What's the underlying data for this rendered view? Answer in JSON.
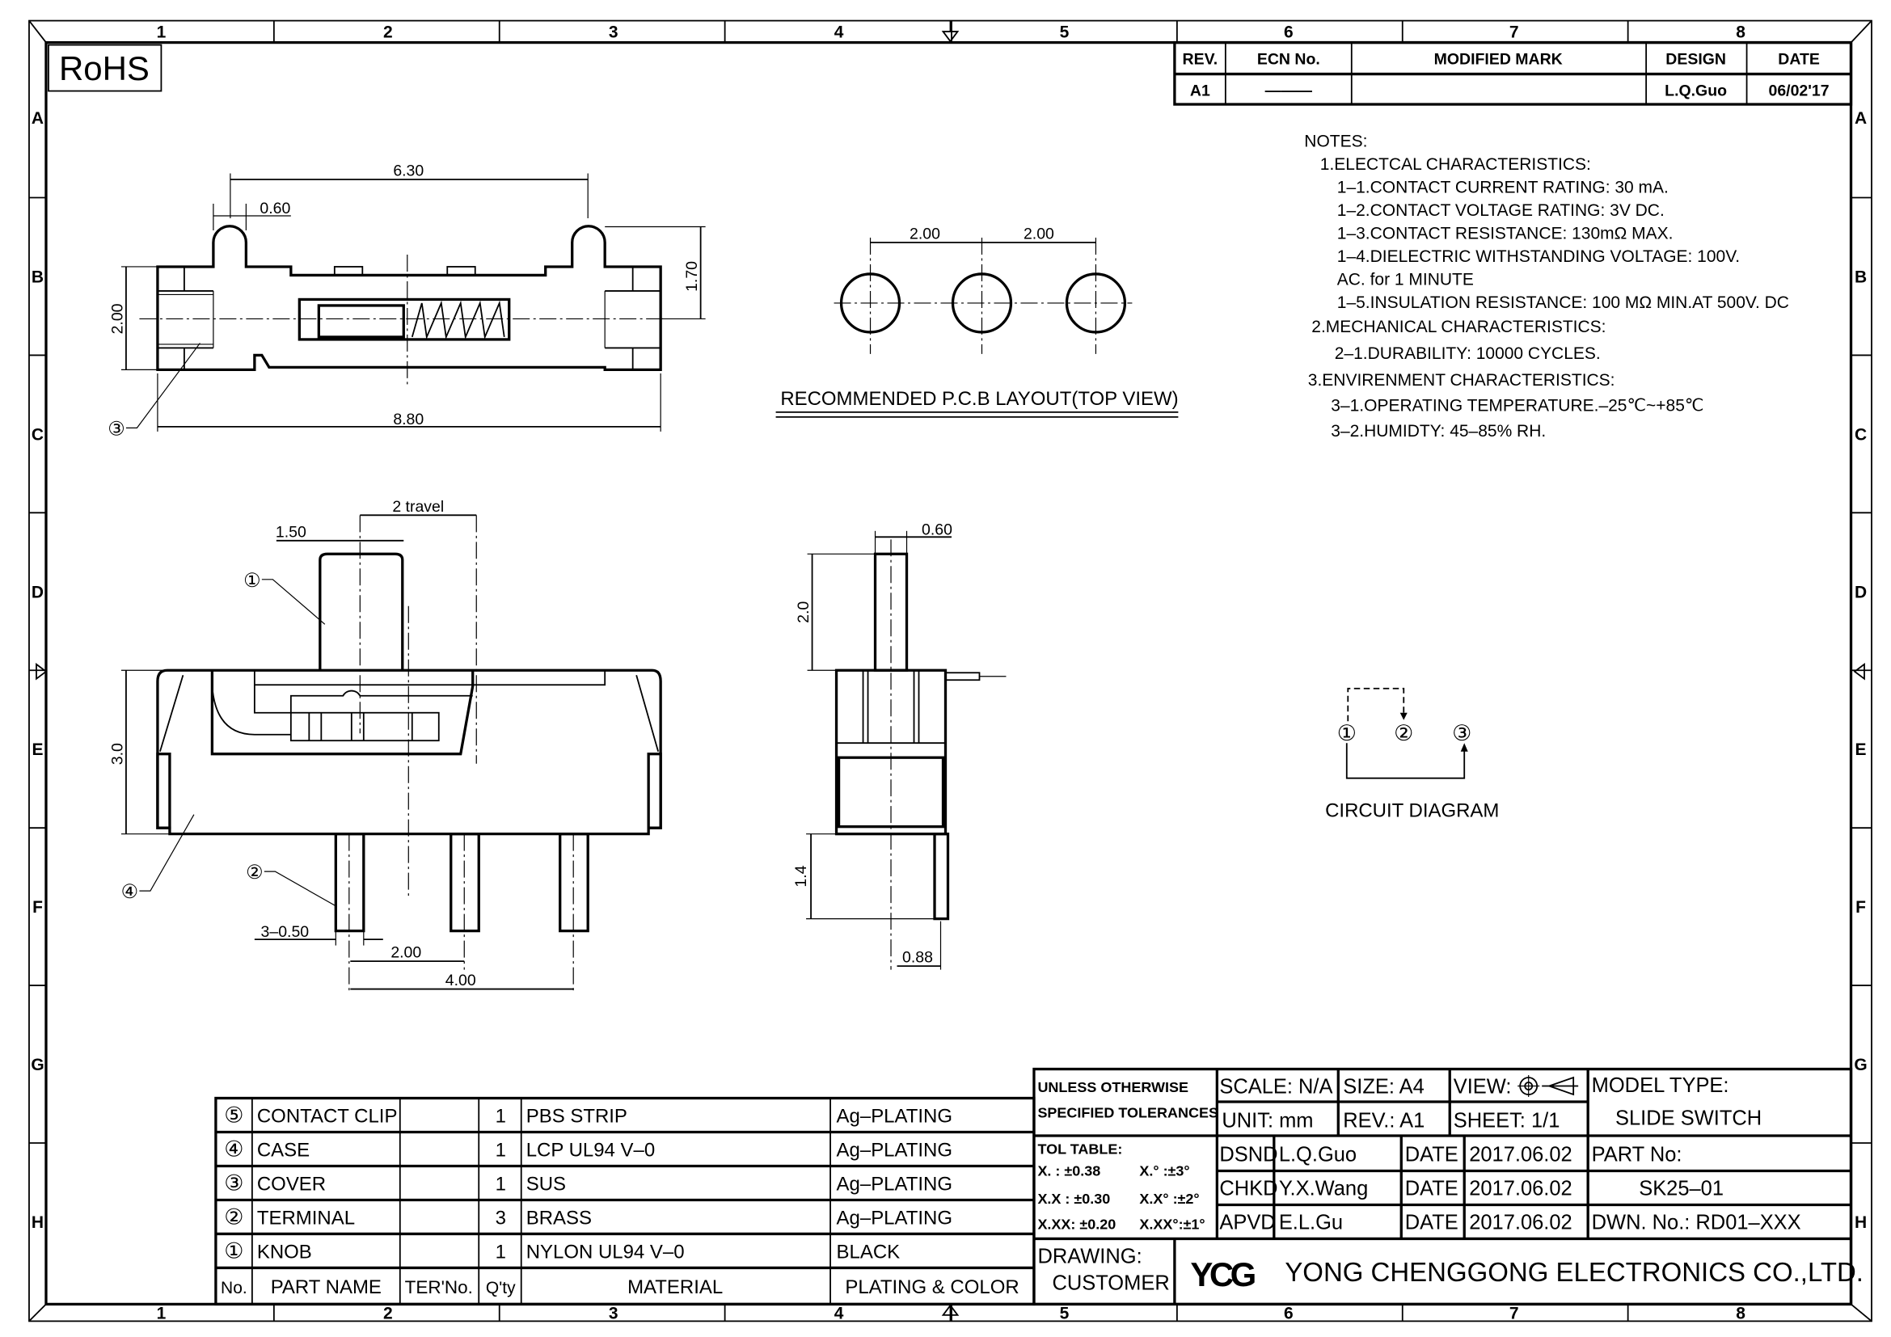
{
  "frame": {
    "columns": [
      "1",
      "2",
      "3",
      "4",
      "5",
      "6",
      "7",
      "8"
    ],
    "rows": [
      "A",
      "B",
      "C",
      "D",
      "E",
      "F",
      "G",
      "H"
    ],
    "rohs": "RoHS"
  },
  "revision_table": {
    "headers": [
      "REV.",
      "ECN No.",
      "MODIFIED MARK",
      "DESIGN",
      "DATE"
    ],
    "row": {
      "rev": "A1",
      "ecn": "———",
      "mark": "",
      "design": "L.Q.Guo",
      "date": "06/02'17"
    }
  },
  "notes": [
    "NOTES:",
    "1.ELECTCAL  CHARACTERISTICS:",
    "1–1.CONTACT  CURRENT  RATING:    30  mA.",
    "1–2.CONTACT  VOLTAGE  RATING:  3V  DC.",
    "1–3.CONTACT  RESISTANCE:  130mΩ  MAX.",
    "1–4.DIELECTRIC  WITHSTANDING  VOLTAGE:  100V.",
    "AC.  for  1  MINUTE",
    "1–5.INSULATION  RESISTANCE:  100  MΩ  MIN.AT  500V.  DC",
    "2.MECHANICAL  CHARACTERISTICS:",
    "2–1.DURABILITY:  10000  CYCLES.",
    "3.ENVIRENMENT  CHARACTERISTICS:",
    "3–1.OPERATING  TEMPERATURE.–25℃~+85℃",
    "3–2.HUMIDTY: 45–85%  RH."
  ],
  "top_view": {
    "dims": {
      "pin_pitch": "6.30",
      "pin_width": "0.60",
      "height": "2.00",
      "pin_height": "1.70",
      "length": "8.80"
    },
    "balloon": "③"
  },
  "pcb_layout": {
    "dims": [
      "2.00",
      "2.00"
    ],
    "caption": "RECOMMENDED  P.C.B  LAYOUT(TOP  VIEW)"
  },
  "front_view": {
    "dims": {
      "knob": "1.50",
      "travel": "2  travel",
      "height": "3.0",
      "pin": "3–0.50",
      "pitch1": "2.00",
      "pitch2": "4.00"
    },
    "balloons": [
      "①",
      "②",
      "④"
    ]
  },
  "side_view": {
    "dims": {
      "knob_w": "0.60",
      "knob_h": "2.0",
      "pin_h": "1.4",
      "pin_off": "0.88"
    }
  },
  "circuit": {
    "nodes": [
      "①",
      "②",
      "③"
    ],
    "caption": "CIRCUIT  DIAGRAM"
  },
  "bom": {
    "headers": [
      "No.",
      "PART NAME",
      "TER'No.",
      "Q'ty",
      "MATERIAL",
      "PLATING  &  COLOR"
    ],
    "rows": [
      {
        "no": "⑤",
        "name": "CONTACT  CLIP",
        "ter": "",
        "qty": "1",
        "material": "PBS  STRIP",
        "plating": "Ag–PLATING"
      },
      {
        "no": "④",
        "name": "CASE",
        "ter": "",
        "qty": "1",
        "material": "LCP  UL94  V–0",
        "plating": "Ag–PLATING"
      },
      {
        "no": "③",
        "name": "COVER",
        "ter": "",
        "qty": "1",
        "material": "SUS",
        "plating": "Ag–PLATING"
      },
      {
        "no": "②",
        "name": "TERMINAL",
        "ter": "",
        "qty": "3",
        "material": "BRASS",
        "plating": "Ag–PLATING"
      },
      {
        "no": "①",
        "name": "KNOB",
        "ter": "",
        "qty": "1",
        "material": "NYLON  UL94  V–0",
        "plating": "BLACK"
      }
    ]
  },
  "title_block": {
    "tol_header": [
      "UNLESS  OTHERWISE",
      "SPECIFIED  TOLERANCES"
    ],
    "scale": "SCALE: N/A",
    "size": "SIZE:  A4",
    "view": "VIEW:",
    "unit": "UNIT:  mm",
    "rev": "REV.:  A1",
    "sheet": "SHEET:  1/1",
    "model_type_label": "MODEL  TYPE:",
    "model_type": "SLIDE  SWITCH",
    "tol_table_label": "TOL  TABLE:",
    "tol_table": [
      "X.   :  ±0.38",
      "X.°  :±3°",
      "X.X  :  ±0.30",
      "X.X° :±2°",
      "X.XX:  ±0.20",
      "X.XX°:±1°"
    ],
    "sign": [
      {
        "role": "DSND",
        "name": "L.Q.Guo",
        "date_label": "DATE",
        "date": "2017.06.02"
      },
      {
        "role": "CHKD",
        "name": "Y.X.Wang",
        "date_label": "DATE",
        "date": "2017.06.02"
      },
      {
        "role": "APVD",
        "name": "E.L.Gu",
        "date_label": "DATE",
        "date": "2017.06.02"
      }
    ],
    "part_no_label": "PART  No:",
    "part_no": "SK25–01",
    "dwn_no": "DWN.  No.:  RD01–XXX",
    "drawing_label": "DRAWING:",
    "drawing_value": "CUSTOMER",
    "logo": "YCG",
    "company": "YONG  CHENGGONG  ELECTRONICS  CO.,LTD."
  }
}
